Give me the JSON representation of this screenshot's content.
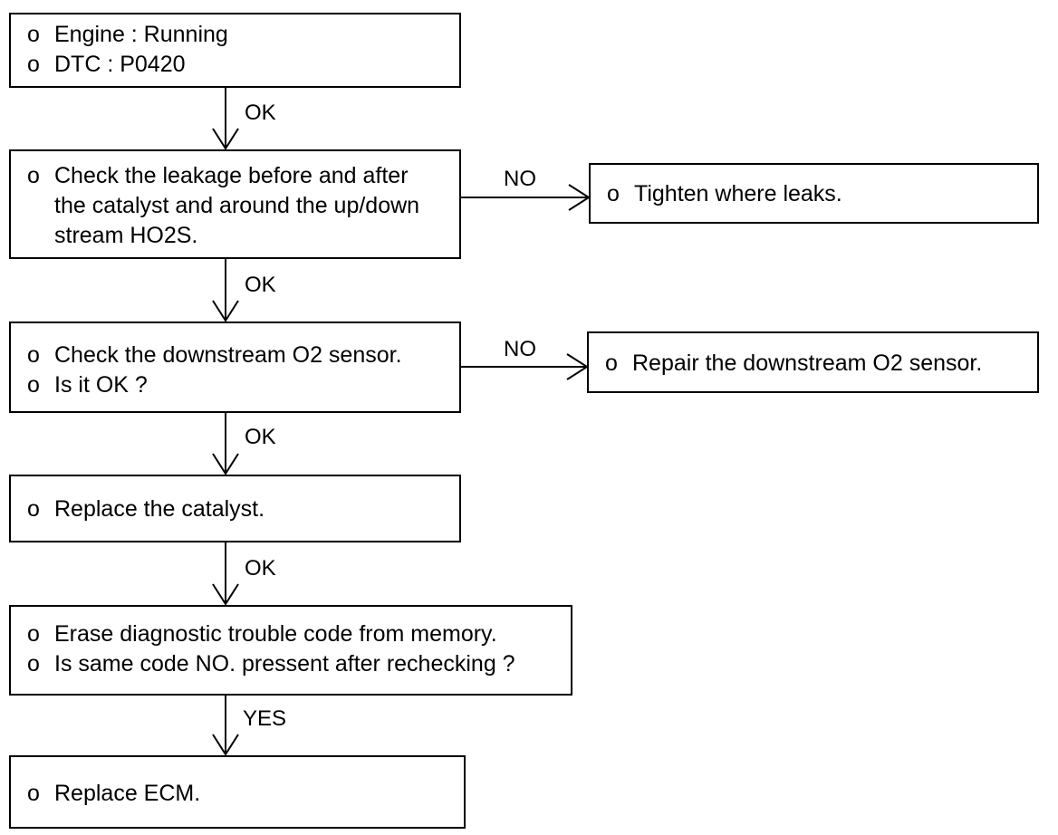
{
  "bullet": "o",
  "nodes": {
    "start": {
      "lines": [
        "Engine : Running",
        "DTC : P0420"
      ]
    },
    "check_leakage": {
      "lines": [
        "Check the leakage before and after",
        "the catalyst and around the up/down",
        "stream HO2S."
      ]
    },
    "tighten": {
      "lines": [
        "Tighten where leaks."
      ]
    },
    "check_o2": {
      "lines": [
        "Check the downstream O2 sensor.",
        "Is it OK ?"
      ]
    },
    "repair_o2": {
      "lines": [
        "Repair the downstream O2 sensor."
      ]
    },
    "replace_catalyst": {
      "lines": [
        "Replace the catalyst."
      ]
    },
    "erase_dtc": {
      "lines": [
        "Erase diagnostic trouble code from memory.",
        "Is same code NO. pressent after rechecking ?"
      ]
    },
    "replace_ecm": {
      "lines": [
        "Replace ECM."
      ]
    }
  },
  "edges": {
    "start_to_leakage": "OK",
    "leakage_to_tighten": "NO",
    "leakage_to_o2": "OK",
    "o2_to_repair": "NO",
    "o2_to_catalyst": "OK",
    "catalyst_to_erase": "OK",
    "erase_to_ecm": "YES"
  }
}
